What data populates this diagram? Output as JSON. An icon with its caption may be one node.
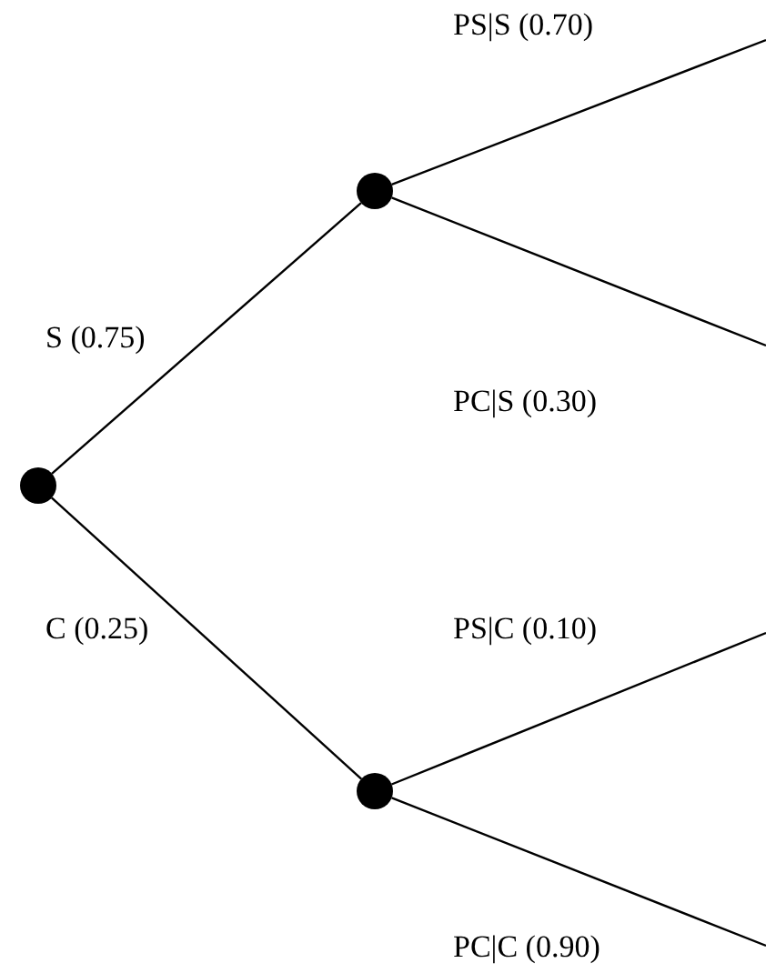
{
  "diagram": {
    "nodes": [
      {
        "text": [],
        "shape": "circle"
      },
      {
        "text": [],
        "shape": "circle"
      },
      {
        "text": [],
        "shape": "circle"
      }
    ],
    "edges": [
      {
        "from": 0,
        "to": 1,
        "arrow": "none",
        "label": "S (0.75)"
      },
      {
        "from": 0,
        "to": 2,
        "arrow": "none",
        "label": "C (0.25)"
      },
      {
        "from": 1,
        "to": null,
        "arrow": "none",
        "label": "PS|S (0.70)"
      },
      {
        "from": 1,
        "to": null,
        "arrow": "none",
        "label": "PC|S (0.30)"
      },
      {
        "from": 2,
        "to": null,
        "arrow": "none",
        "label": "PS|C (0.10)"
      },
      {
        "from": 2,
        "to": null,
        "arrow": "none",
        "label": "PC|C (0.90)"
      }
    ]
  }
}
